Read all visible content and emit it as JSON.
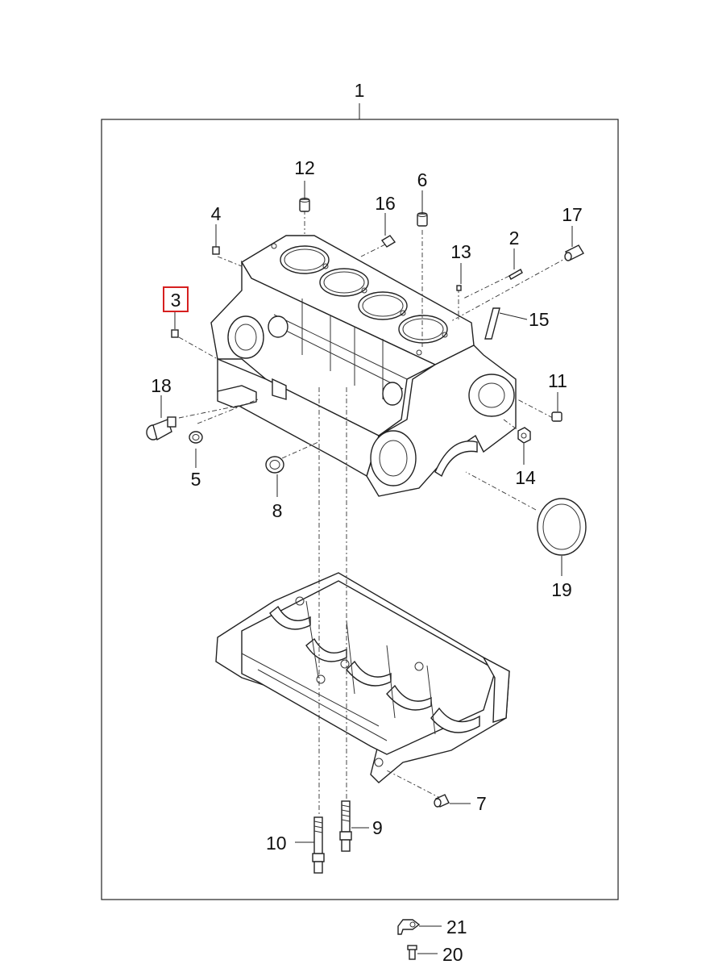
{
  "diagram": {
    "frame_callout": "1",
    "highlight_color": "#d62020",
    "highlighted_callout": "3",
    "callouts": [
      "1",
      "2",
      "3",
      "4",
      "5",
      "6",
      "7",
      "8",
      "9",
      "10",
      "11",
      "12",
      "13",
      "14",
      "15",
      "16",
      "17",
      "18",
      "19",
      "20",
      "21"
    ]
  }
}
